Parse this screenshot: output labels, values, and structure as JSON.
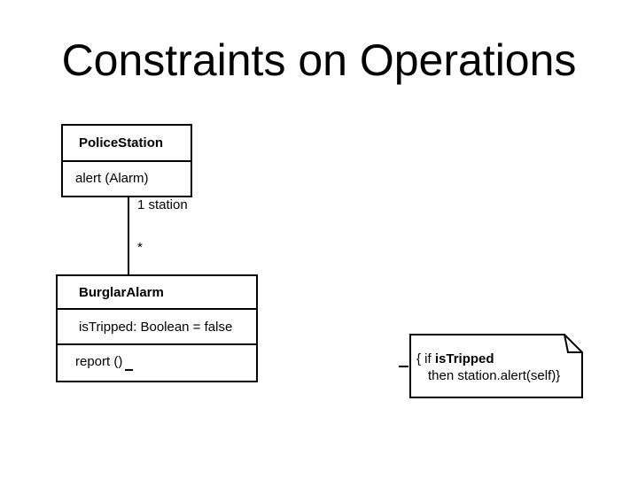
{
  "slide": {
    "title": "Constraints on Operations"
  },
  "diagram": {
    "police_station": {
      "name": "PoliceStation",
      "operations": [
        "alert (Alarm)"
      ]
    },
    "association": {
      "station_end_label": "1 station",
      "alarm_end_label": "*"
    },
    "burglar_alarm": {
      "name": "BurglarAlarm",
      "attributes": [
        "isTripped: Boolean = false"
      ],
      "operations": [
        "report ()"
      ]
    },
    "note": {
      "line1_prefix": "{ if ",
      "line1_emphasis": "isTripped",
      "line2": "then station.alert(self)}"
    }
  },
  "colors": {
    "foreground": "#000000",
    "background": "#ffffff"
  }
}
